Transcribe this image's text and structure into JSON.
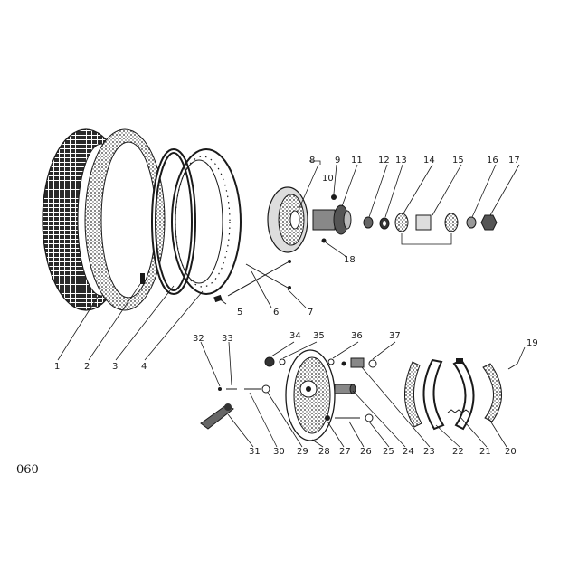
{
  "page_code": "060",
  "parts": [
    "1",
    "2",
    "3",
    "4",
    "5",
    "6",
    "7",
    "8",
    "9",
    "10",
    "11",
    "12",
    "13",
    "14",
    "15",
    "16",
    "17",
    "18",
    "19",
    "20",
    "21",
    "22",
    "23",
    "24",
    "25",
    "26",
    "27",
    "28",
    "29",
    "30",
    "31",
    "32",
    "33",
    "34",
    "35",
    "36",
    "37",
    "18"
  ],
  "colors": {
    "ink": "#1a1a1a",
    "paper": "#ffffff"
  }
}
